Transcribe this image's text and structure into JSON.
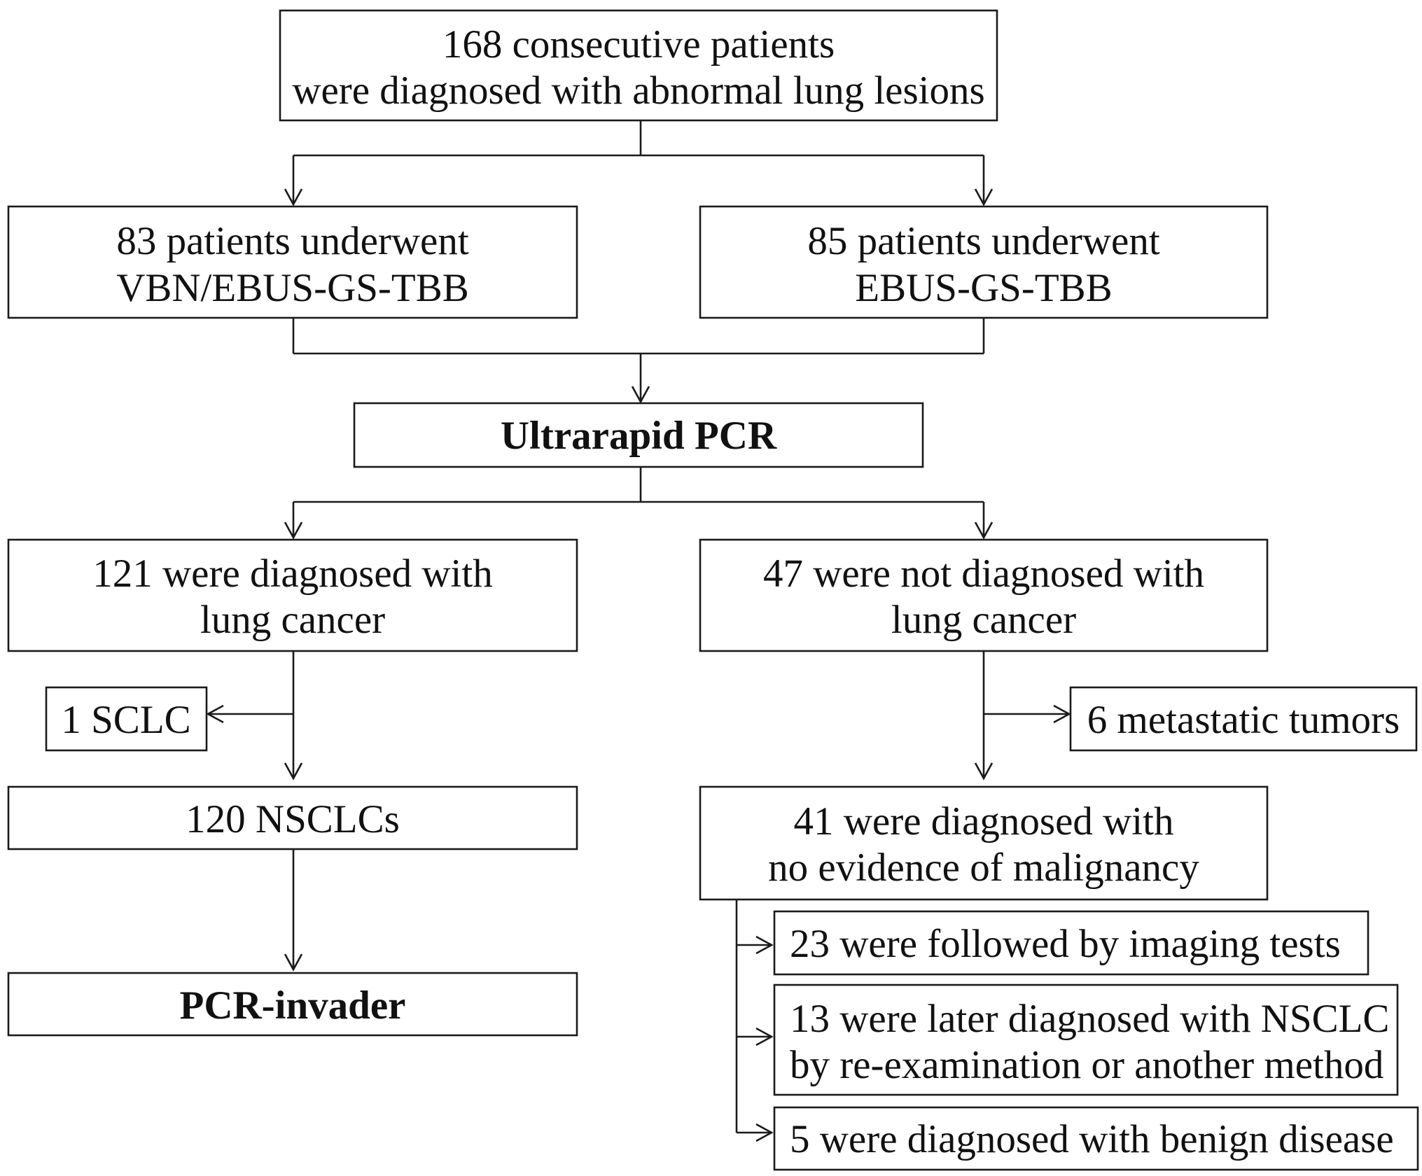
{
  "nodes": {
    "start": {
      "lines": [
        "168 consecutive patients",
        "were diagnosed with abnormal lung lesions"
      ]
    },
    "vbn": {
      "lines": [
        "83 patients underwent",
        "VBN/EBUS-GS-TBB"
      ]
    },
    "ebus": {
      "lines": [
        "85 patients underwent",
        "EBUS-GS-TBB"
      ]
    },
    "pcr": {
      "lines": [
        "Ultrarapid PCR"
      ]
    },
    "cancer": {
      "lines": [
        "121 were diagnosed with",
        "lung cancer"
      ]
    },
    "notcancer": {
      "lines": [
        "47 were not diagnosed with",
        "lung cancer"
      ]
    },
    "sclc": {
      "lines": [
        "1 SCLC"
      ]
    },
    "metastatic": {
      "lines": [
        "6 metastatic tumors"
      ]
    },
    "nsclc": {
      "lines": [
        "120 NSCLCs"
      ]
    },
    "nomalig": {
      "lines": [
        "41 were diagnosed with",
        "no evidence of malignancy"
      ]
    },
    "invader": {
      "lines": [
        "PCR-invader"
      ]
    },
    "imaging": {
      "lines": [
        "23 were followed by imaging tests"
      ]
    },
    "later": {
      "lines": [
        "13 were later diagnosed with NSCLC",
        "by re-examination or another method"
      ]
    },
    "benign": {
      "lines": [
        "5 were diagnosed with benign disease"
      ]
    }
  },
  "edges": [
    {
      "from": "start",
      "to": "vbn"
    },
    {
      "from": "start",
      "to": "ebus"
    },
    {
      "from": "vbn",
      "to": "pcr"
    },
    {
      "from": "ebus",
      "to": "pcr"
    },
    {
      "from": "pcr",
      "to": "cancer"
    },
    {
      "from": "pcr",
      "to": "notcancer"
    },
    {
      "from": "cancer",
      "to": "sclc"
    },
    {
      "from": "cancer",
      "to": "nsclc"
    },
    {
      "from": "nsclc",
      "to": "invader"
    },
    {
      "from": "notcancer",
      "to": "metastatic"
    },
    {
      "from": "notcancer",
      "to": "nomalig"
    },
    {
      "from": "nomalig",
      "to": "imaging"
    },
    {
      "from": "nomalig",
      "to": "later"
    },
    {
      "from": "nomalig",
      "to": "benign"
    }
  ]
}
